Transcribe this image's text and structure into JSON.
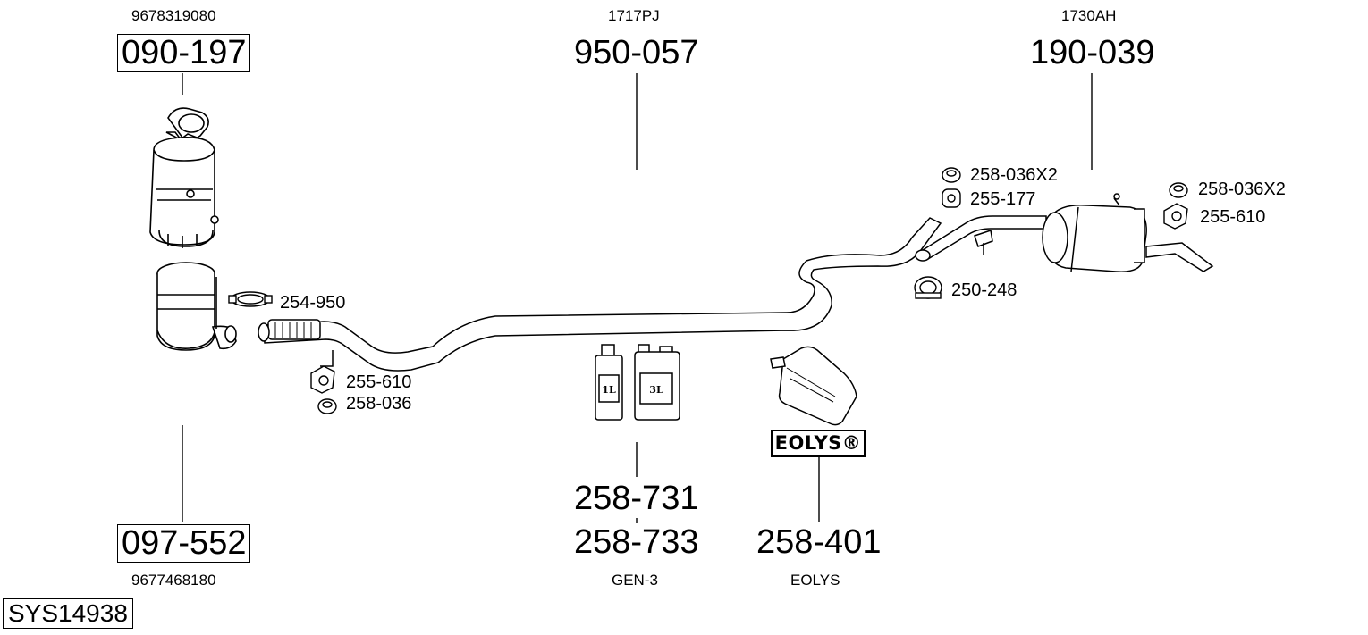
{
  "diagram_id": "SYS14938",
  "parts": {
    "dpf_top": {
      "number": "090-197",
      "oe_ref": "9678319080"
    },
    "dpf_bottom": {
      "number": "097-552",
      "oe_ref": "9677468180"
    },
    "middle_pipe": {
      "number": "950-057",
      "oe_ref": "1717PJ"
    },
    "rear_silencer": {
      "number": "190-039",
      "oe_ref": "1730AH"
    },
    "additive_1": {
      "number": "258-731"
    },
    "additive_2": {
      "number": "258-733",
      "caption": "GEN-3"
    },
    "eolys_tank": {
      "number": "258-401",
      "caption": "EOLYS",
      "badge": "EOLYS®"
    }
  },
  "small_parts": {
    "clamp_front": "254-950",
    "mount_front": "255-610",
    "nut_front": "258-036",
    "nut_rear_1": "258-036X2",
    "mount_rear_1": "255-177",
    "clamp_rear": "250-248",
    "nut_rear_2": "258-036X2",
    "mount_rear_2": "255-610"
  },
  "canister_labels": {
    "small": "1L",
    "large": "3L"
  }
}
